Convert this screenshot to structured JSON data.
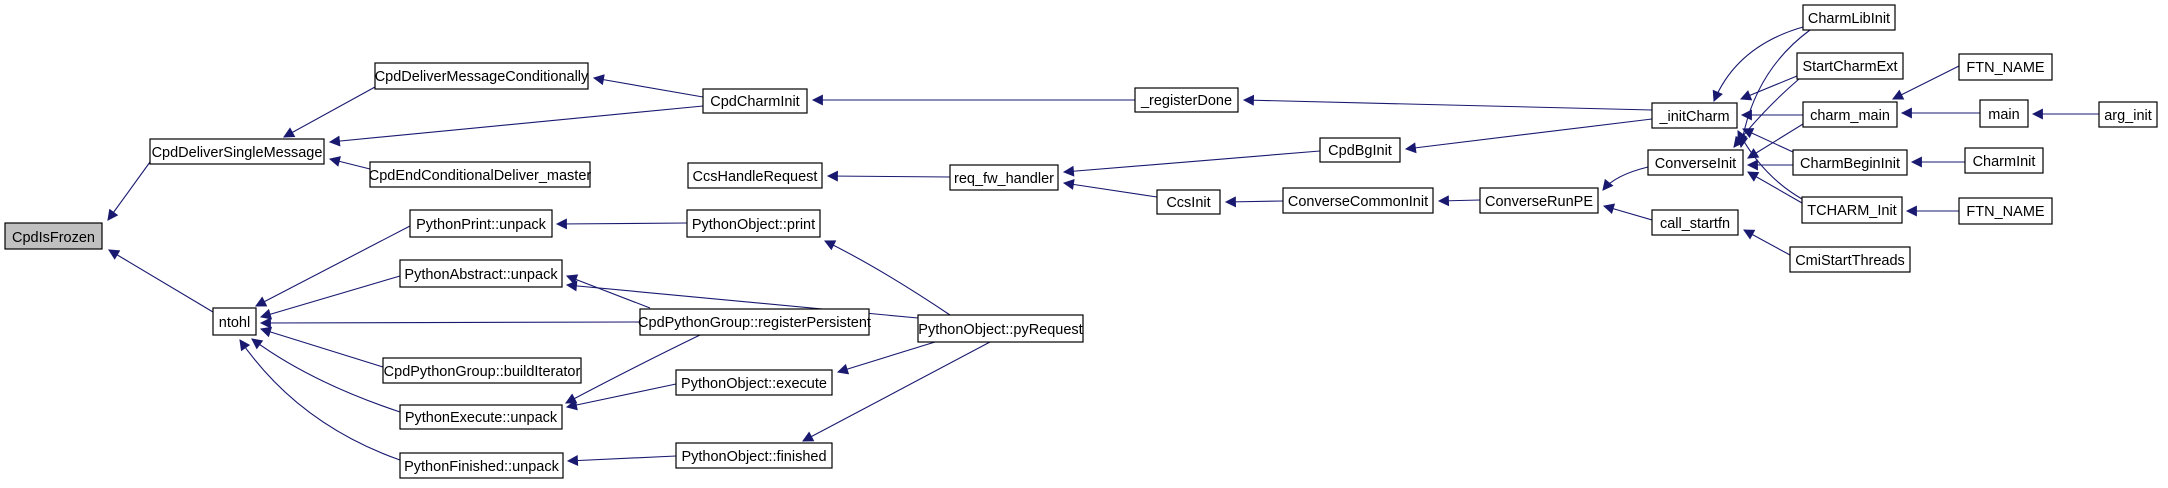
{
  "colors": {
    "edge": "#191970",
    "node_fill": "#ffffff",
    "node_border": "#000000",
    "root_fill": "#c0c0c0",
    "background": "#ffffff"
  },
  "nodes": [
    {
      "id": "cpd-is-frozen",
      "label": "CpdIsFrozen",
      "root": true
    },
    {
      "id": "cpd-deliver-single-message",
      "label": "CpdDeliverSingleMessage"
    },
    {
      "id": "cpd-deliver-message-conditionally",
      "label": "CpdDeliverMessageConditionally"
    },
    {
      "id": "cpd-end-conditional-deliver-master",
      "label": "CpdEndConditionalDeliver_master"
    },
    {
      "id": "cpd-charm-init",
      "label": "CpdCharmInit"
    },
    {
      "id": "ccs-handle-request",
      "label": "CcsHandleRequest"
    },
    {
      "id": "register-done",
      "label": "_registerDone"
    },
    {
      "id": "req-fw-handler",
      "label": "req_fw_handler"
    },
    {
      "id": "ccs-init",
      "label": "CcsInit"
    },
    {
      "id": "converse-common-init",
      "label": "ConverseCommonInit"
    },
    {
      "id": "cpd-bg-init",
      "label": "CpdBgInit"
    },
    {
      "id": "converse-run-pe",
      "label": "ConverseRunPE"
    },
    {
      "id": "init-charm",
      "label": "_initCharm"
    },
    {
      "id": "converse-init",
      "label": "ConverseInit"
    },
    {
      "id": "call-startfn",
      "label": "call_startfn"
    },
    {
      "id": "cmi-start-threads",
      "label": "CmiStartThreads"
    },
    {
      "id": "charm-lib-init",
      "label": "CharmLibInit"
    },
    {
      "id": "start-charm-ext",
      "label": "StartCharmExt"
    },
    {
      "id": "charm-main",
      "label": "charm_main"
    },
    {
      "id": "charm-begin-init",
      "label": "CharmBeginInit"
    },
    {
      "id": "tcharm-init",
      "label": "TCHARM_Init"
    },
    {
      "id": "ftn-name-top",
      "label": "FTN_NAME"
    },
    {
      "id": "main",
      "label": "main"
    },
    {
      "id": "arg-init",
      "label": "arg_init"
    },
    {
      "id": "charm-init",
      "label": "CharmInit"
    },
    {
      "id": "ftn-name-bottom",
      "label": "FTN_NAME"
    },
    {
      "id": "ntohl",
      "label": "ntohl"
    },
    {
      "id": "python-print-unpack",
      "label": "PythonPrint::unpack"
    },
    {
      "id": "python-abstract-unpack",
      "label": "PythonAbstract::unpack"
    },
    {
      "id": "python-object-print",
      "label": "PythonObject::print"
    },
    {
      "id": "cpd-python-group-register-persistent",
      "label": "CpdPythonGroup::registerPersistent"
    },
    {
      "id": "python-object-py-request",
      "label": "PythonObject::pyRequest"
    },
    {
      "id": "cpd-python-group-build-iterator",
      "label": "CpdPythonGroup::buildIterator"
    },
    {
      "id": "python-execute-unpack",
      "label": "PythonExecute::unpack"
    },
    {
      "id": "python-object-execute",
      "label": "PythonObject::execute"
    },
    {
      "id": "python-finished-unpack",
      "label": "PythonFinished::unpack"
    },
    {
      "id": "python-object-finished",
      "label": "PythonObject::finished"
    }
  ],
  "edges": [
    {
      "from": "cpd-deliver-single-message",
      "to": "cpd-is-frozen"
    },
    {
      "from": "ntohl",
      "to": "cpd-is-frozen"
    },
    {
      "from": "cpd-deliver-message-conditionally",
      "to": "cpd-deliver-single-message"
    },
    {
      "from": "cpd-end-conditional-deliver-master",
      "to": "cpd-deliver-single-message"
    },
    {
      "from": "cpd-charm-init",
      "to": "cpd-deliver-single-message"
    },
    {
      "from": "cpd-charm-init",
      "to": "cpd-deliver-message-conditionally"
    },
    {
      "from": "register-done",
      "to": "cpd-charm-init"
    },
    {
      "from": "init-charm",
      "to": "register-done"
    },
    {
      "from": "req-fw-handler",
      "to": "ccs-handle-request"
    },
    {
      "from": "cpd-bg-init",
      "to": "req-fw-handler"
    },
    {
      "from": "ccs-init",
      "to": "req-fw-handler"
    },
    {
      "from": "converse-common-init",
      "to": "ccs-init"
    },
    {
      "from": "converse-run-pe",
      "to": "converse-common-init"
    },
    {
      "from": "init-charm",
      "to": "cpd-bg-init"
    },
    {
      "from": "converse-init",
      "to": "converse-run-pe"
    },
    {
      "from": "call-startfn",
      "to": "converse-run-pe"
    },
    {
      "from": "cmi-start-threads",
      "to": "call-startfn"
    },
    {
      "from": "charm-lib-init",
      "to": "init-charm"
    },
    {
      "from": "start-charm-ext",
      "to": "init-charm"
    },
    {
      "from": "charm-main",
      "to": "init-charm"
    },
    {
      "from": "charm-begin-init",
      "to": "init-charm"
    },
    {
      "from": "tcharm-init",
      "to": "init-charm"
    },
    {
      "from": "charm-lib-init",
      "to": "converse-init"
    },
    {
      "from": "start-charm-ext",
      "to": "converse-init"
    },
    {
      "from": "charm-main",
      "to": "converse-init"
    },
    {
      "from": "charm-begin-init",
      "to": "converse-init"
    },
    {
      "from": "tcharm-init",
      "to": "converse-init"
    },
    {
      "from": "ftn-name-top",
      "to": "charm-main"
    },
    {
      "from": "main",
      "to": "charm-main"
    },
    {
      "from": "arg-init",
      "to": "main"
    },
    {
      "from": "charm-init",
      "to": "charm-begin-init"
    },
    {
      "from": "ftn-name-bottom",
      "to": "tcharm-init"
    },
    {
      "from": "python-print-unpack",
      "to": "ntohl"
    },
    {
      "from": "python-abstract-unpack",
      "to": "ntohl"
    },
    {
      "from": "cpd-python-group-register-persistent",
      "to": "ntohl"
    },
    {
      "from": "cpd-python-group-build-iterator",
      "to": "ntohl"
    },
    {
      "from": "python-execute-unpack",
      "to": "ntohl"
    },
    {
      "from": "python-finished-unpack",
      "to": "ntohl"
    },
    {
      "from": "python-object-print",
      "to": "python-print-unpack"
    },
    {
      "from": "cpd-python-group-register-persistent",
      "to": "python-abstract-unpack"
    },
    {
      "from": "python-object-py-request",
      "to": "python-abstract-unpack"
    },
    {
      "from": "python-object-py-request",
      "to": "python-object-print"
    },
    {
      "from": "python-object-py-request",
      "to": "python-object-execute"
    },
    {
      "from": "python-object-py-request",
      "to": "python-object-finished"
    },
    {
      "from": "python-object-execute",
      "to": "python-execute-unpack"
    },
    {
      "from": "cpd-python-group-register-persistent",
      "to": "python-execute-unpack"
    },
    {
      "from": "python-object-finished",
      "to": "python-finished-unpack"
    }
  ]
}
